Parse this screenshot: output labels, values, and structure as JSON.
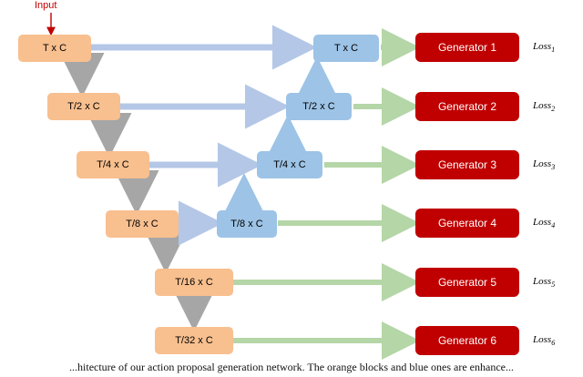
{
  "diagram": {
    "input_label": "Input",
    "encoder_blocks": [
      {
        "label": "T x C"
      },
      {
        "label": "T/2 x C"
      },
      {
        "label": "T/4 x C"
      },
      {
        "label": "T/8 x C"
      },
      {
        "label": "T/16 x C"
      },
      {
        "label": "T/32 x C"
      }
    ],
    "decoder_blocks": [
      {
        "label": "T x C"
      },
      {
        "label": "T/2 x C"
      },
      {
        "label": "T/4 x C"
      },
      {
        "label": "T/8 x C"
      }
    ],
    "generators": [
      {
        "label": "Generator 1"
      },
      {
        "label": "Generator 2"
      },
      {
        "label": "Generator 3"
      },
      {
        "label": "Generator 4"
      },
      {
        "label": "Generator 5"
      },
      {
        "label": "Generator 6"
      }
    ],
    "losses": [
      {
        "name": "Loss",
        "index": "1"
      },
      {
        "name": "Loss",
        "index": "2"
      },
      {
        "name": "Loss",
        "index": "3"
      },
      {
        "name": "Loss",
        "index": "4"
      },
      {
        "name": "Loss",
        "index": "5"
      },
      {
        "name": "Loss",
        "index": "6"
      }
    ],
    "colors": {
      "encoder": "#f8bf8f",
      "decoder": "#9dc3e6",
      "generator": "#c00000",
      "skip_arrow": "#b4c7e7",
      "down_arrow": "#a6a6a6",
      "green_arrow": "#b5d6a7",
      "input_text": "#c00000"
    }
  },
  "caption": "...hitecture of our action proposal generation network. The orange blocks and blue ones are enhance..."
}
